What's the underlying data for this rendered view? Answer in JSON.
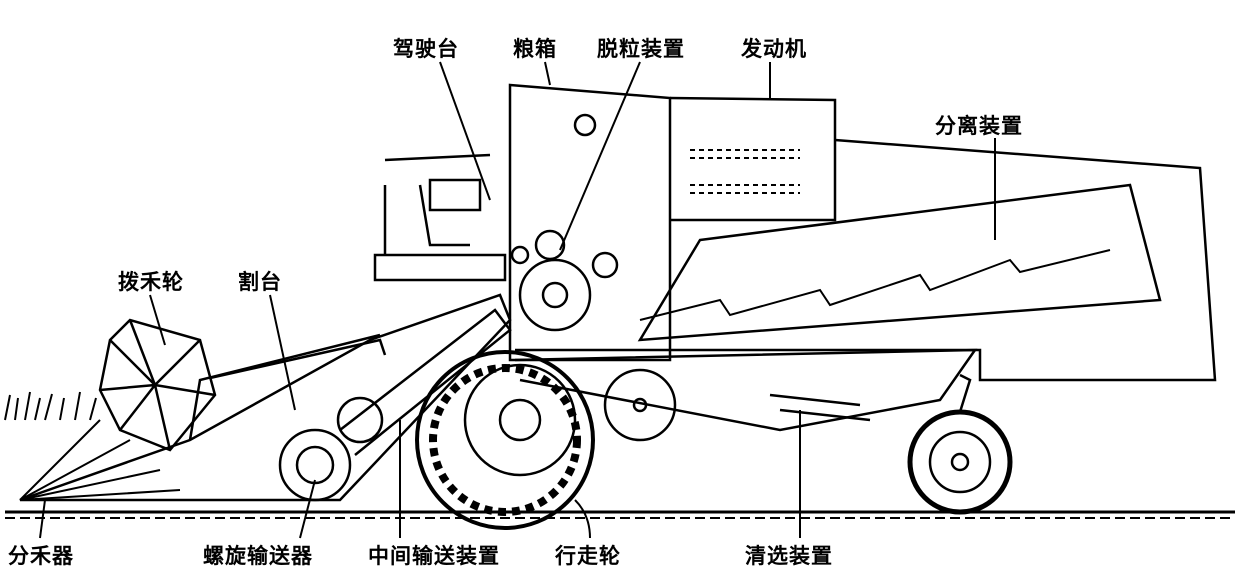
{
  "labels": {
    "driver_platform": "驾驶台",
    "grain_tank": "粮箱",
    "threshing_unit": "脱粒装置",
    "engine": "发动机",
    "separation_unit": "分离装置",
    "reel": "拨禾轮",
    "header": "割台",
    "crop_divider": "分禾器",
    "auger_conveyor": "螺旋输送器",
    "intermediate_conveyor": "中间输送装置",
    "drive_wheel": "行走轮",
    "cleaning_unit": "清选装置"
  }
}
